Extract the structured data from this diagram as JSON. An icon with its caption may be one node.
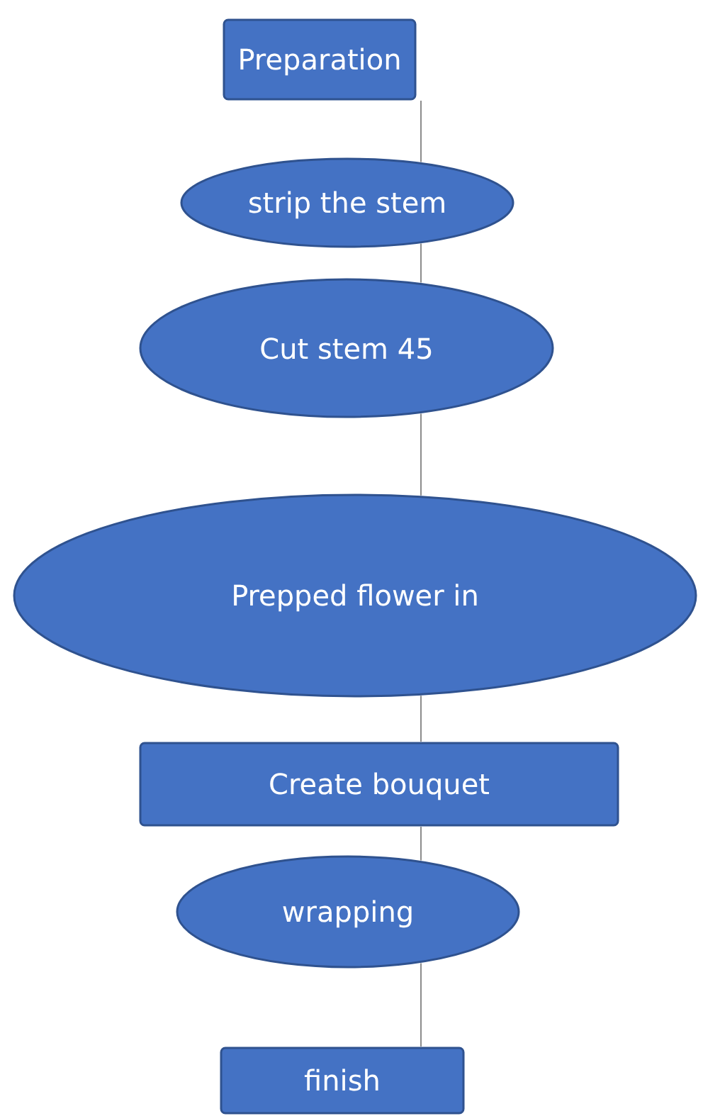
{
  "diagram": {
    "nodes": [
      {
        "text": [
          "Preparation"
        ]
      },
      {
        "text": [
          "strip the stem"
        ]
      },
      {
        "text": [
          "Cut stem 45"
        ]
      },
      {
        "text": [
          "Prepped flower in"
        ]
      },
      {
        "text": [
          "Create bouquet"
        ]
      },
      {
        "text": [
          "wrapping"
        ]
      },
      {
        "text": [
          "finish"
        ]
      }
    ],
    "edges": [
      {
        "from": 0,
        "to": 1,
        "arrow": "none"
      },
      {
        "from": 1,
        "to": 2,
        "arrow": "none"
      },
      {
        "from": 2,
        "to": 3,
        "arrow": "none"
      },
      {
        "from": 3,
        "to": 4,
        "arrow": "none"
      },
      {
        "from": 4,
        "to": 5,
        "arrow": "none"
      },
      {
        "from": 5,
        "to": 6,
        "arrow": "none"
      }
    ]
  }
}
